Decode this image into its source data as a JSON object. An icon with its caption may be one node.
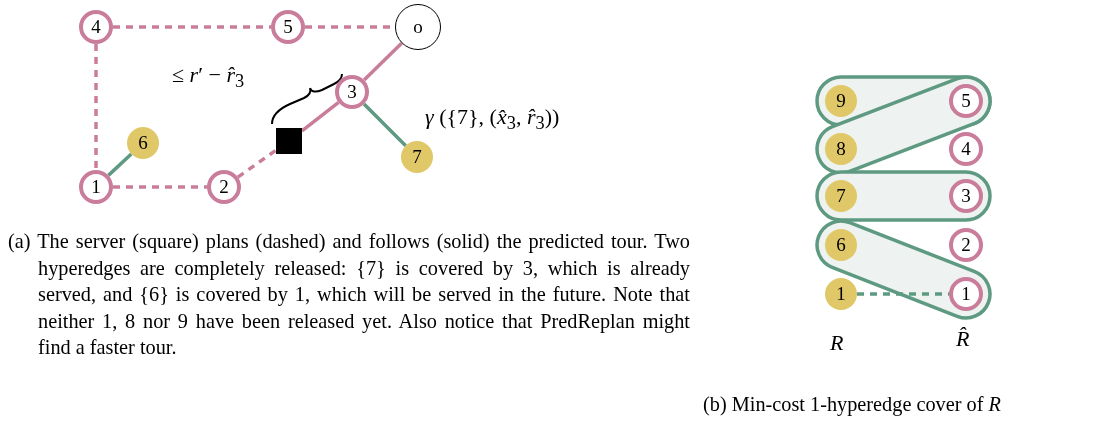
{
  "diagram": {
    "nodes": [
      {
        "text": [
          "4"
        ]
      },
      {
        "text": [
          "5"
        ]
      },
      {
        "text": [
          "o"
        ]
      },
      {
        "text": [
          "3"
        ]
      },
      {
        "text": [
          "6"
        ]
      },
      {
        "text": [],
        "shape": "box"
      },
      {
        "text": [
          "7"
        ]
      },
      {
        "text": [
          "1"
        ]
      },
      {
        "text": [
          "2"
        ]
      },
      {
        "text": [
          "9"
        ]
      },
      {
        "text": [
          "5"
        ]
      },
      {
        "text": [
          "8"
        ]
      },
      {
        "text": [
          "4"
        ]
      },
      {
        "text": [
          "7"
        ]
      },
      {
        "text": [
          "3"
        ]
      },
      {
        "text": [
          "6"
        ]
      },
      {
        "text": [
          "2"
        ]
      },
      {
        "text": [
          "1"
        ]
      },
      {
        "text": [
          "1"
        ]
      }
    ],
    "edges": [
      {
        "from": 0,
        "to": 1,
        "arrow": "none",
        "style": "dashed"
      },
      {
        "from": 1,
        "to": 2,
        "arrow": "none",
        "style": "dashed"
      },
      {
        "from": 0,
        "to": 7,
        "arrow": "none",
        "style": "dashed"
      },
      {
        "from": 7,
        "to": 8,
        "arrow": "none",
        "style": "dashed"
      },
      {
        "from": 8,
        "to": 5,
        "arrow": "none",
        "style": "dashed"
      },
      {
        "from": 5,
        "to": 3,
        "arrow": "none"
      },
      {
        "from": 3,
        "to": 2,
        "arrow": "none"
      },
      {
        "from": 3,
        "to": 6,
        "arrow": "none",
        "color": "#5e9a82"
      },
      {
        "from": 7,
        "to": 4,
        "arrow": "none",
        "color": "#5e9a82"
      },
      {
        "from": 17,
        "to": 18,
        "arrow": "none",
        "style": "dashed",
        "color": "#5e9a82"
      }
    ],
    "labels": [
      "≤ *r*′ − *r̂*$_{3}$",
      "*γ* ({7}, (*x̂*$_{3}$, *r̂*$_{3}$))",
      "*R*",
      "*R̂*",
      "(a) The server (square) plans (dashed) and follows (solid) the predicted tour. Two hyperedges are completely released: {7} is covered by 3, which is already served, and {6} is covered by 1, which will be served in the future. Note that neither 1, 8 nor 9 have been released yet. Also notice that PredReplan might find a faster tour.",
      "(b) Min-cost 1-hyperedge cover of *R*"
    ]
  }
}
